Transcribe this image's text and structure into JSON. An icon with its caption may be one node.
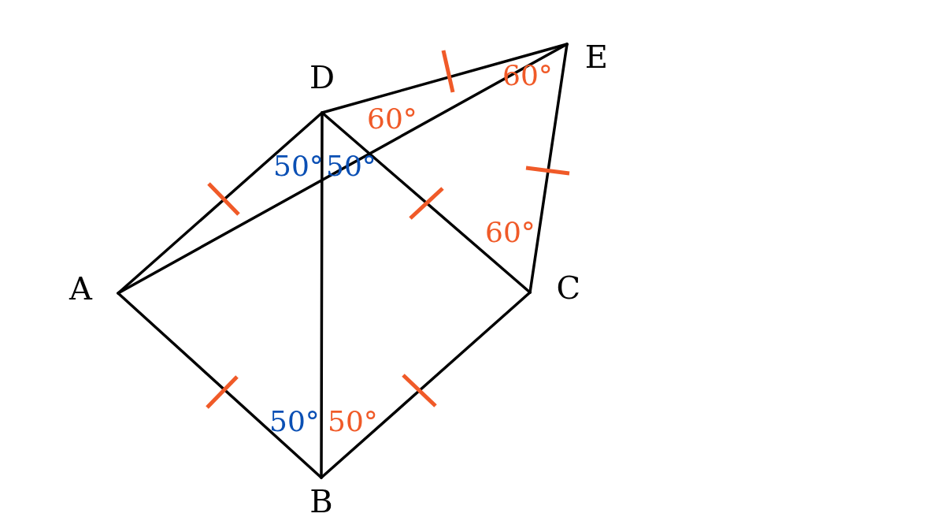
{
  "diagram": {
    "nodes": [
      {
        "text": [
          "D"
        ]
      },
      {
        "text": [
          "E"
        ]
      },
      {
        "text": [
          "A"
        ]
      },
      {
        "text": [
          "C"
        ]
      },
      {
        "text": [
          "B"
        ]
      }
    ],
    "edges": [
      {
        "from": 2,
        "to": 0,
        "arrow": "none"
      },
      {
        "from": 2,
        "to": 4,
        "arrow": "none"
      },
      {
        "from": 2,
        "to": 1,
        "arrow": "none"
      },
      {
        "from": 0,
        "to": 4,
        "arrow": "none"
      },
      {
        "from": 0,
        "to": 3,
        "arrow": "none"
      },
      {
        "from": 0,
        "to": 1,
        "arrow": "none"
      },
      {
        "from": 4,
        "to": 3,
        "arrow": "none"
      },
      {
        "from": 3,
        "to": 1,
        "arrow": "none"
      }
    ],
    "labels": [
      "60°",
      "60°",
      "50°",
      "50°",
      "60°",
      "50°",
      "50°"
    ]
  }
}
